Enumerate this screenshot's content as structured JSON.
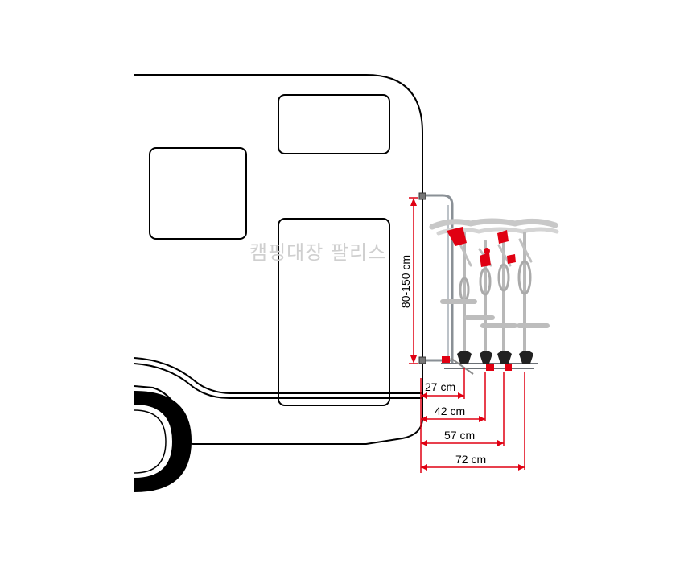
{
  "watermark": "캠핑대장 팔리스",
  "dimensions": {
    "height_range": "80-150 cm",
    "d1": "27 cm",
    "d2": "42 cm",
    "d3": "57 cm",
    "d4": "72 cm"
  },
  "colors": {
    "outline": "#000000",
    "dimension_red": "#e00012",
    "rack_metal": "#9aa0a6",
    "bike_gray": "#bfbfbf"
  }
}
